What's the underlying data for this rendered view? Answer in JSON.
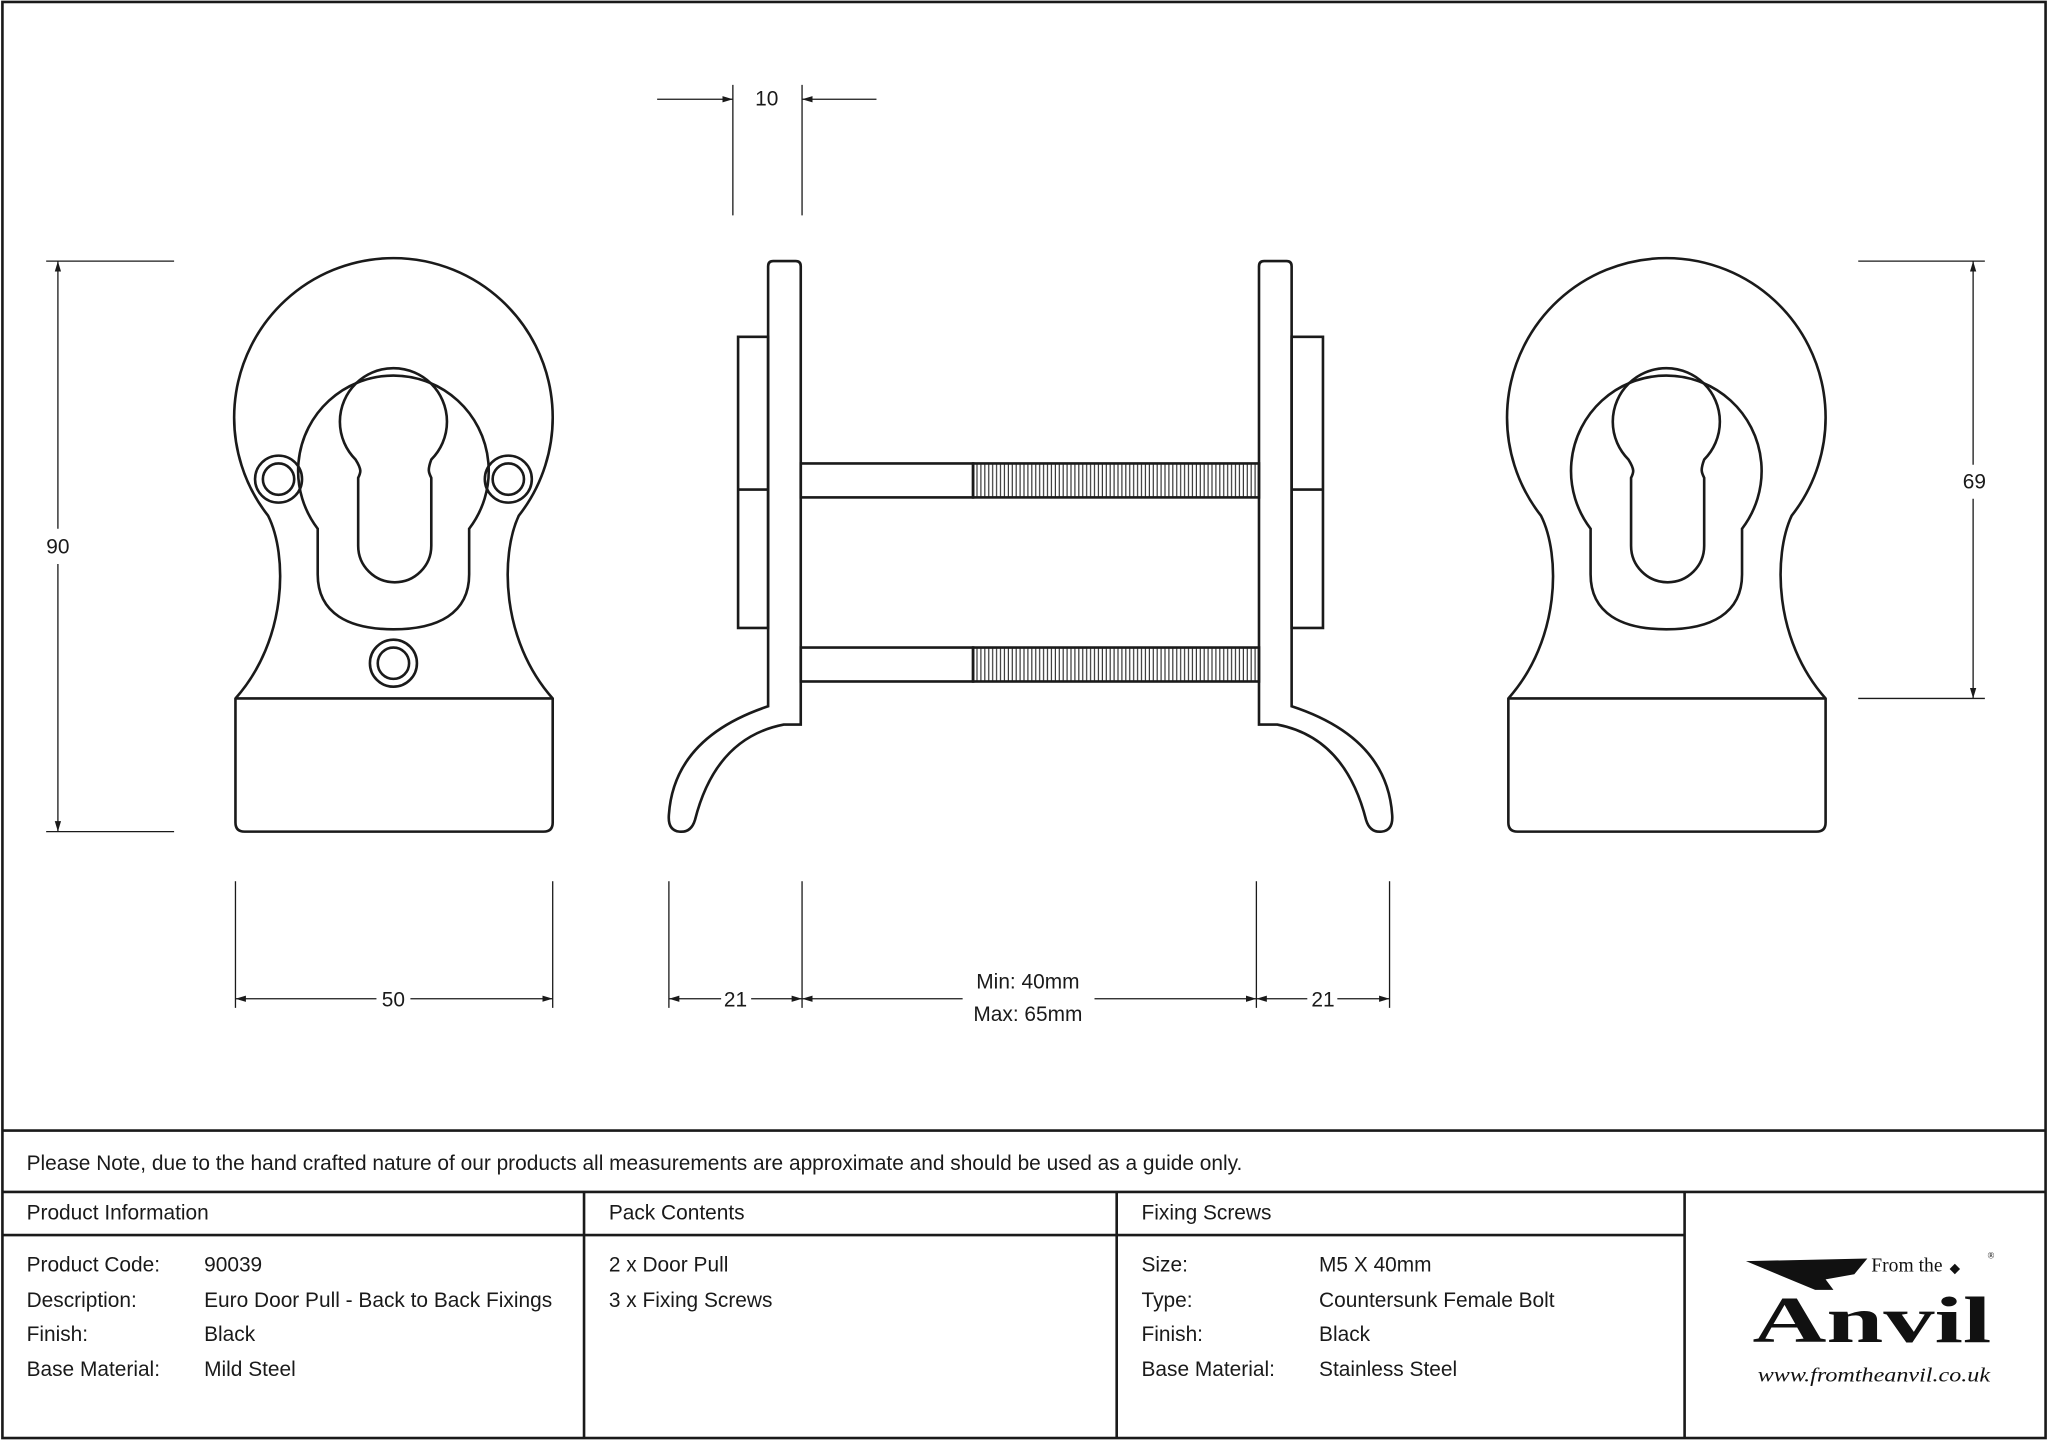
{
  "dimensions": {
    "top_width": "10",
    "left_height": "90",
    "right_height": "69",
    "front_width": "50",
    "hook_left": "21",
    "hook_right": "21",
    "door_min": "Min: 40mm",
    "door_max": "Max: 65mm"
  },
  "note": "Please Note, due to the hand crafted nature of our products all measurements are approximate and should be used as a guide only.",
  "product_information": {
    "heading": "Product Information",
    "rows": [
      {
        "label": "Product Code:",
        "value": "90039"
      },
      {
        "label": "Description:",
        "value": "Euro Door Pull - Back to Back Fixings"
      },
      {
        "label": "Finish:",
        "value": "Black"
      },
      {
        "label": "Base Material:",
        "value": "Mild Steel"
      }
    ]
  },
  "pack_contents": {
    "heading": "Pack Contents",
    "items": [
      "2 x Door Pull",
      "3 x Fixing Screws"
    ]
  },
  "fixing_screws": {
    "heading": "Fixing Screws",
    "rows": [
      {
        "label": "Size:",
        "value": "M5 X 40mm"
      },
      {
        "label": "Type:",
        "value": "Countersunk Female Bolt"
      },
      {
        "label": "Finish:",
        "value": "Black"
      },
      {
        "label": "Base Material:",
        "value": "Stainless Steel"
      }
    ]
  },
  "logo": {
    "from_the": "From the",
    "name": "Anvil",
    "url": "www.fromtheanvil.co.uk"
  }
}
